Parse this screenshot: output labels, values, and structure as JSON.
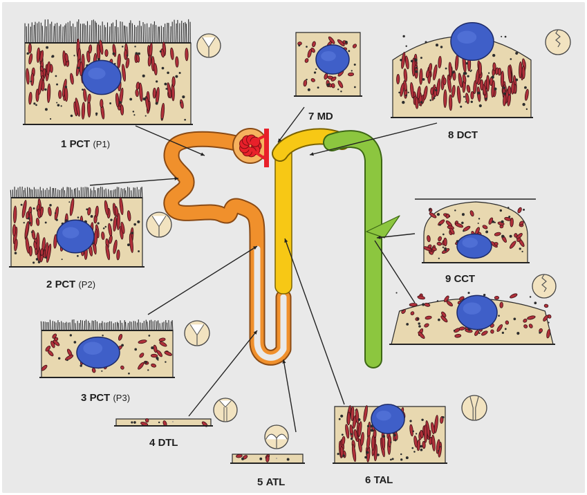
{
  "segments": [
    {
      "id": "pct-p1",
      "number": "1",
      "name": "PCT",
      "sub": "(P1)"
    },
    {
      "id": "pct-p2",
      "number": "2",
      "name": "PCT",
      "sub": "(P2)"
    },
    {
      "id": "pct-p3",
      "number": "3",
      "name": "PCT",
      "sub": "(P3)"
    },
    {
      "id": "dtl",
      "number": "4",
      "name": "DTL",
      "sub": ""
    },
    {
      "id": "atl",
      "number": "5",
      "name": "ATL",
      "sub": ""
    },
    {
      "id": "tal",
      "number": "6",
      "name": "TAL",
      "sub": ""
    },
    {
      "id": "md",
      "number": "7",
      "name": "MD",
      "sub": ""
    },
    {
      "id": "dct",
      "number": "8",
      "name": "DCT",
      "sub": ""
    },
    {
      "id": "cct",
      "number": "9",
      "name": "CCT",
      "sub": ""
    }
  ],
  "colors": {
    "background": "#e9e9e9",
    "proximal_tubule": "#f0902c",
    "thick_ascending_limb": "#f7c815",
    "distal_collecting": "#8cc63f",
    "glomerulus": "#e8202a",
    "cytoplasm": "#e8d8b0",
    "nucleus": "#3f5fc8",
    "mitochondria": "#b0303a"
  },
  "icons": [
    "cell-cross-section-icon",
    "nucleus-icon",
    "mitochondria-icon",
    "tubule-lumen-icon",
    "glomerulus-icon"
  ]
}
